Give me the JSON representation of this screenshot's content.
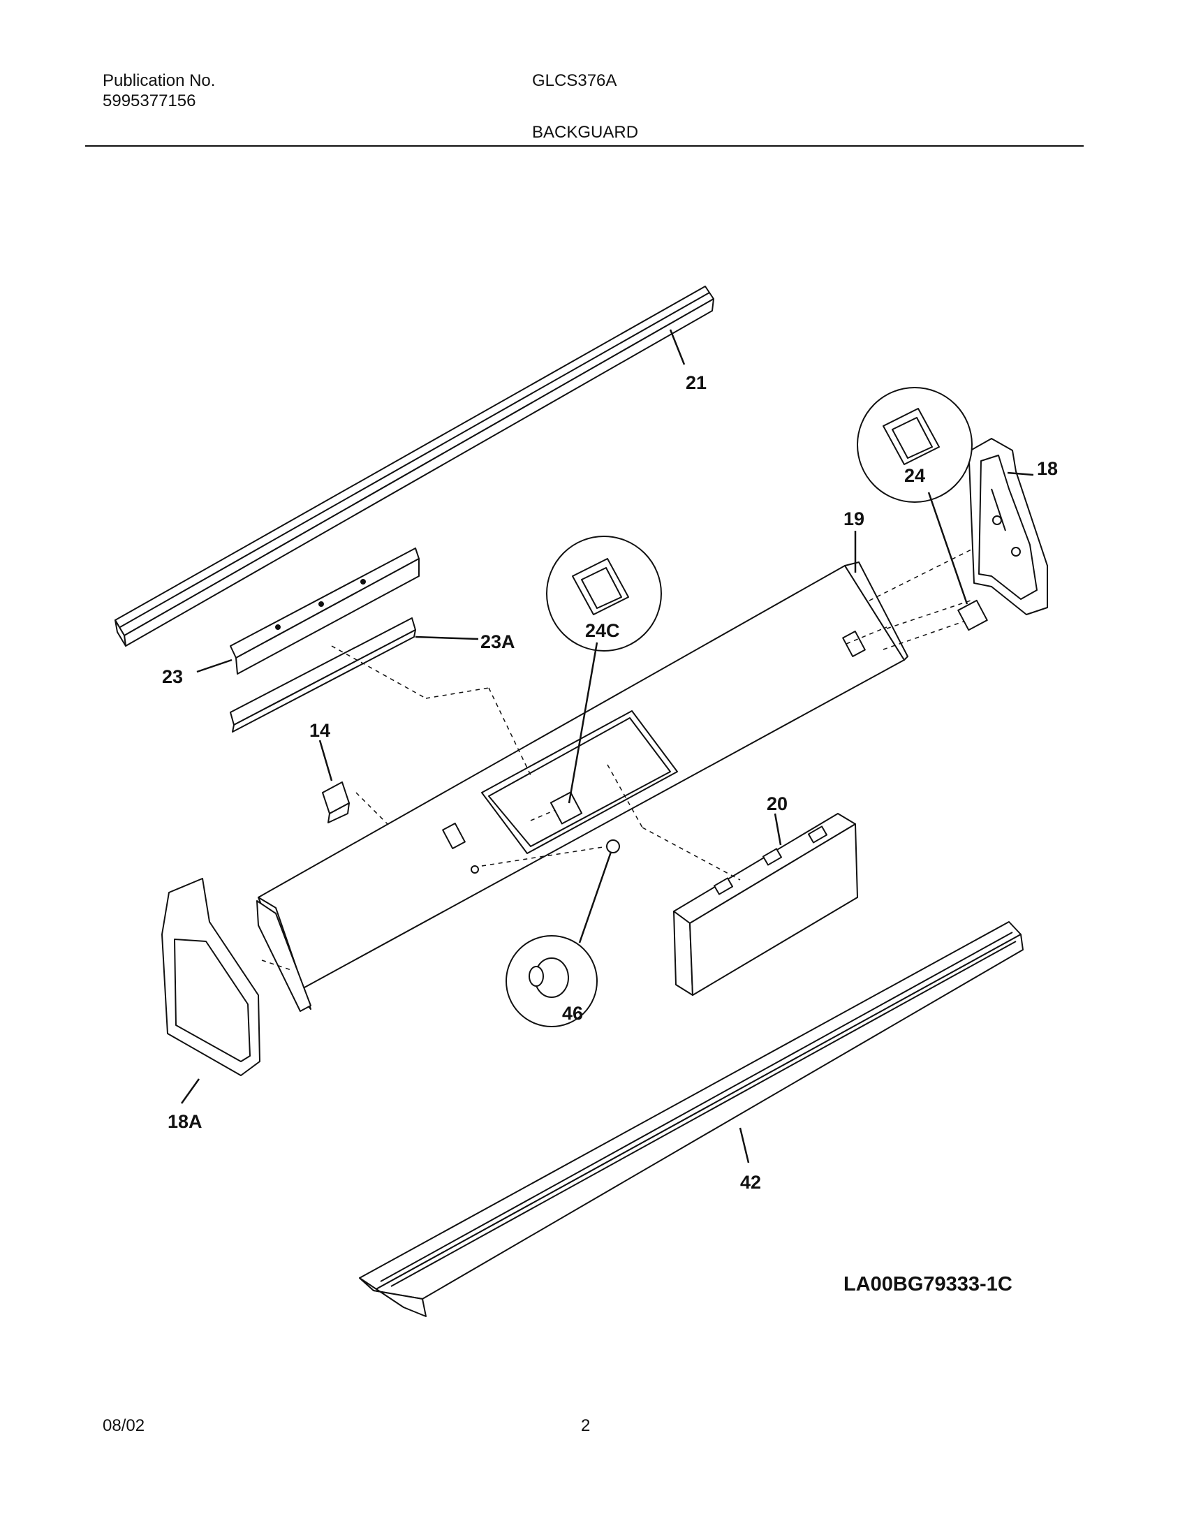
{
  "header": {
    "publication_label": "Publication No.",
    "publication_number": "5995377156",
    "model": "GLCS376A",
    "section": "BACKGUARD"
  },
  "callouts": {
    "p21": "21",
    "p18": "18",
    "p24": "24",
    "p19": "19",
    "p24c": "24C",
    "p23a": "23A",
    "p23": "23",
    "p14": "14",
    "p20": "20",
    "p18a": "18A",
    "p46": "46",
    "p42": "42"
  },
  "diagram_code": "LA00BG79333-1C",
  "footer": {
    "date": "08/02",
    "page": "2"
  }
}
